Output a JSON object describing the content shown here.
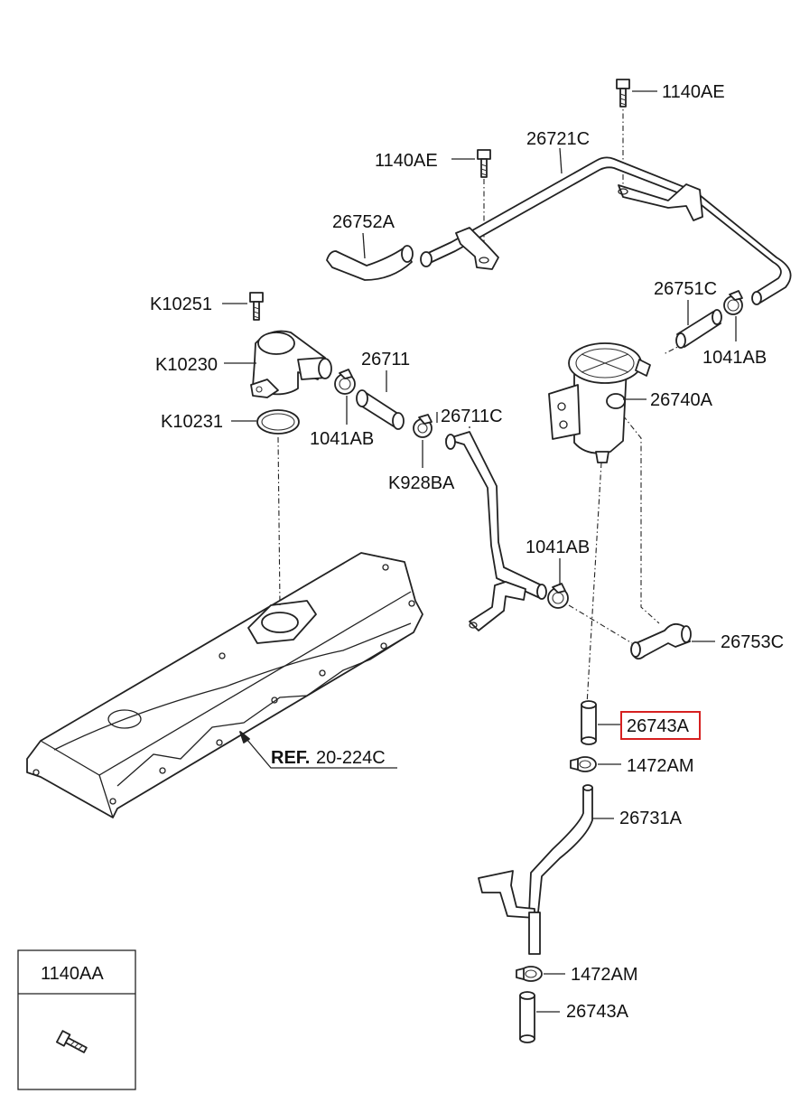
{
  "labels": {
    "bolt_top_right": "1140AE",
    "bolt_top_mid": "1140AE",
    "pipe_main": "26721C",
    "hose_26752a": "26752A",
    "hose_26751c": "26751C",
    "clamp_right_top": "1041AB",
    "bolt_k10251": "K10251",
    "cap_k10230": "K10230",
    "gasket_k10231": "K10231",
    "hose_26711": "26711",
    "clamp_left": "1041AB",
    "pipe_26711c": "26711C",
    "clamp_k928ba": "K928BA",
    "separator_26740a": "26740A",
    "clamp_mid": "1041AB",
    "hose_26753c": "26753C",
    "hose_26743a_highlight": "26743A",
    "clamp_1472am_upper": "1472AM",
    "pipe_26731a": "26731A",
    "clamp_1472am_lower": "1472AM",
    "hose_26743a_lower": "26743A"
  },
  "reference": {
    "prefix": "REF.",
    "code": "20-224C"
  },
  "legend_box": {
    "part_number": "1140AA",
    "icon": "bolt-icon"
  },
  "colors": {
    "highlight": "#d62020",
    "line": "#222222"
  }
}
